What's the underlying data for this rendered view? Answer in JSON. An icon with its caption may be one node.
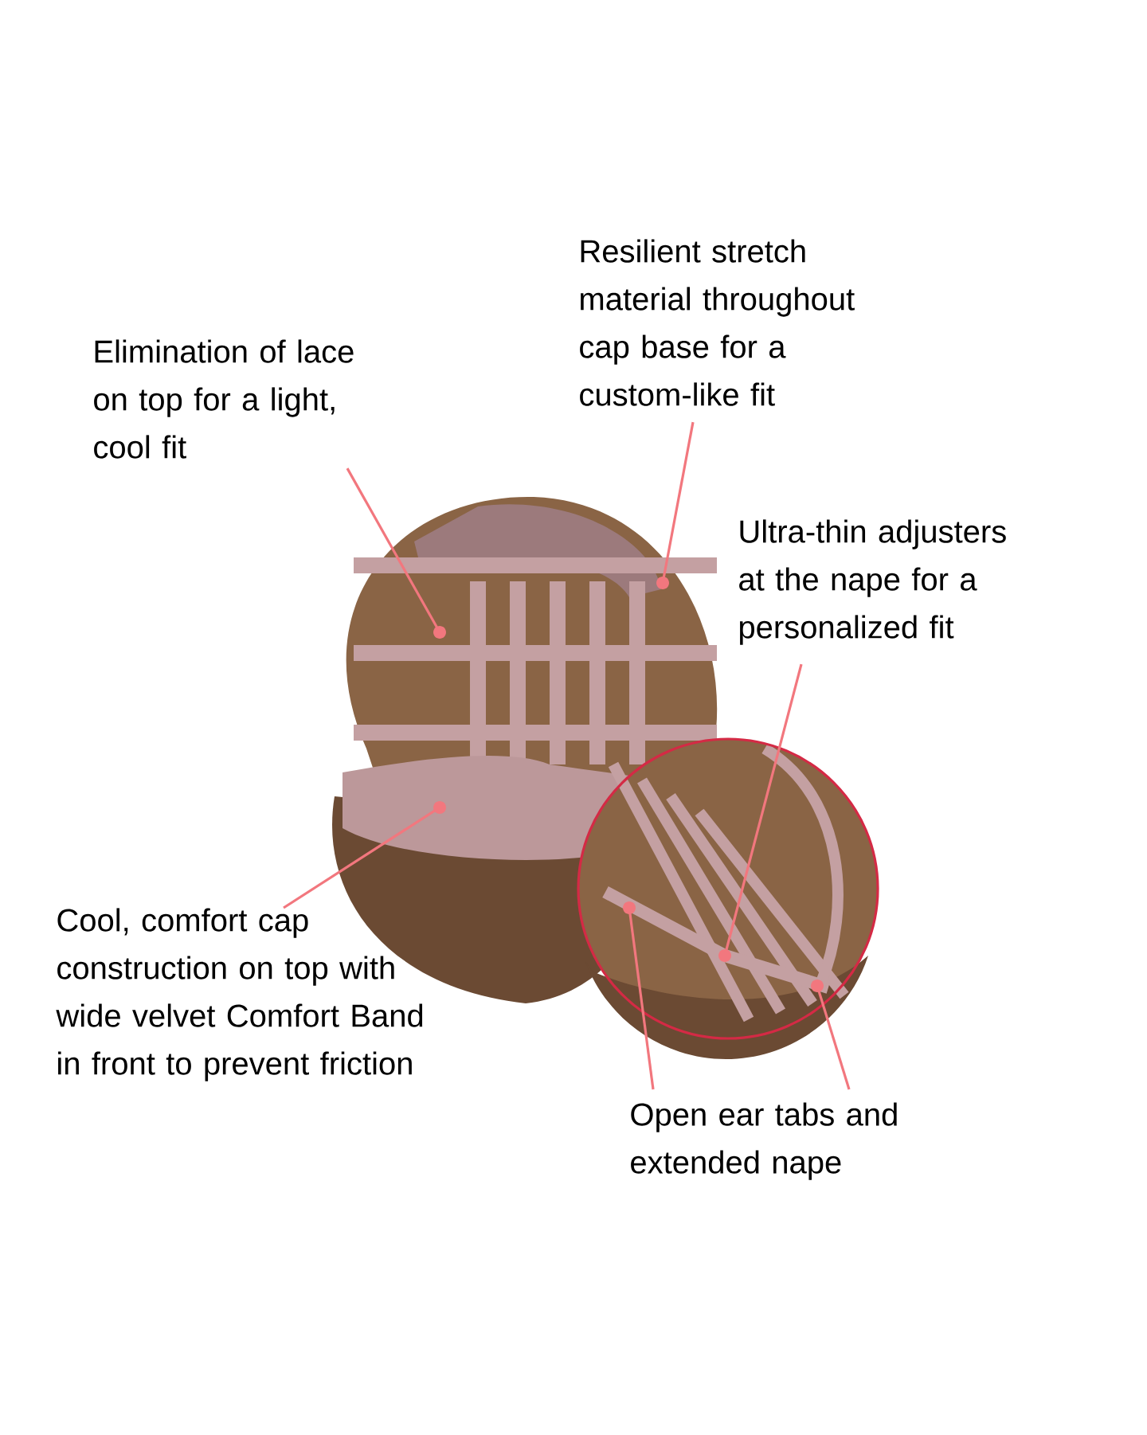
{
  "diagram": {
    "nodes": [
      {
        "text": [
          "Elimination of lace on top for a light, cool fit"
        ]
      },
      {
        "text": [
          "Resilient stretch material throughout cap base for a custom-like fit"
        ]
      },
      {
        "text": [
          "Ultra-thin adjusters at the nape for a personalized fit"
        ]
      },
      {
        "text": [
          "Cool, comfort cap construction on top with wide velvet Comfort Band in front to prevent friction"
        ]
      },
      {
        "text": [
          "Open ear tabs and extended nape"
        ]
      }
    ],
    "edges": [
      {
        "from": 0,
        "to": null,
        "arrow": "other"
      },
      {
        "from": 1,
        "to": null,
        "arrow": "other"
      },
      {
        "from": 2,
        "to": null,
        "arrow": "other"
      },
      {
        "from": 3,
        "to": null,
        "arrow": "other"
      },
      {
        "from": 4,
        "to": null,
        "arrow": "other"
      },
      {
        "from": 4,
        "to": null,
        "arrow": "other"
      }
    ]
  }
}
